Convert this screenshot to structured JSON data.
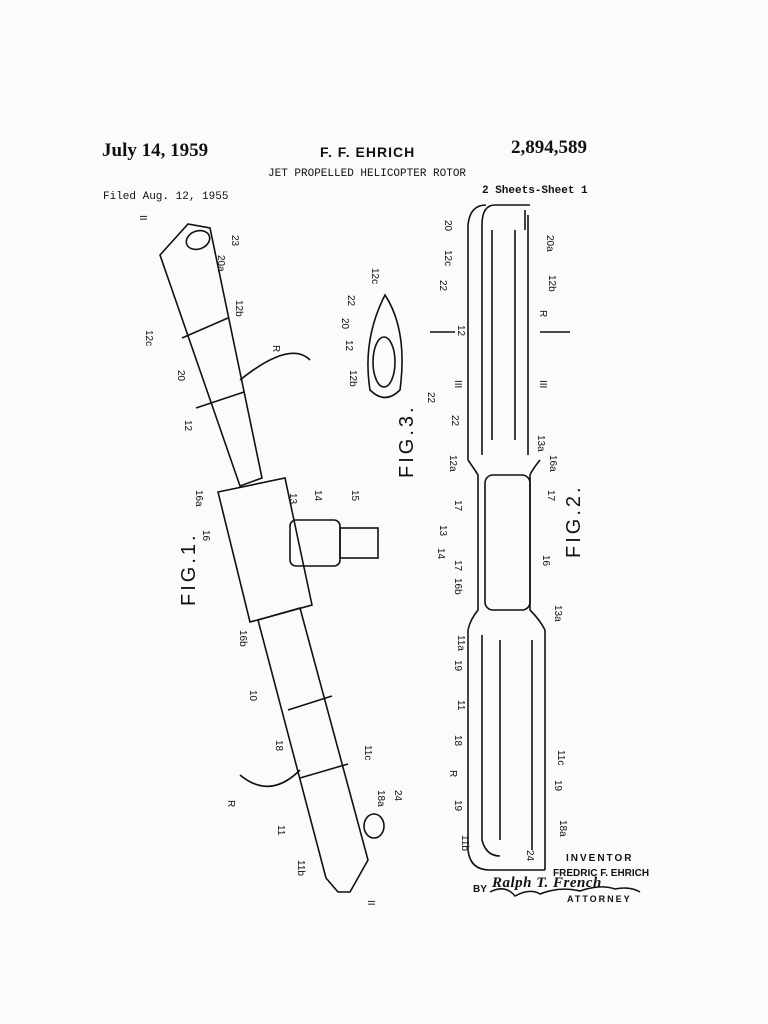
{
  "header": {
    "date": "July 14, 1959",
    "inventor_name": "F. F. EHRICH",
    "patent_number": "2,894,589",
    "title": "JET PROPELLED HELICOPTER ROTOR",
    "filed": "Filed Aug. 12, 1955",
    "sheets": "2 Sheets-Sheet 1"
  },
  "figures": {
    "fig1": "FIG.1.",
    "fig2": "FIG.2.",
    "fig3": "FIG.3."
  },
  "reference_numerals": [
    "II",
    "23",
    "20a",
    "12b",
    "12c",
    "20",
    "R",
    "12",
    "16a",
    "13",
    "14",
    "15",
    "16",
    "16b",
    "10",
    "18",
    "11c",
    "18a",
    "24",
    "R",
    "11",
    "11b",
    "II",
    "12c",
    "22",
    "20",
    "12",
    "12b",
    "22",
    "20",
    "12c",
    "20a",
    "12b",
    "22",
    "12",
    "R",
    "III",
    "III",
    "22",
    "12a",
    "13a",
    "16a",
    "17",
    "17",
    "13",
    "14",
    "16b",
    "17",
    "16",
    "11a",
    "13a",
    "19",
    "11",
    "18",
    "R",
    "11c",
    "19",
    "18a",
    "19",
    "11b",
    "24"
  ],
  "signature": {
    "inventor_label": "INVENTOR",
    "inventor_full_name": "FREDRIC F. EHRICH",
    "by": "BY",
    "attorney_signature": "Ralph T. French",
    "attorney_label": "ATTORNEY"
  }
}
